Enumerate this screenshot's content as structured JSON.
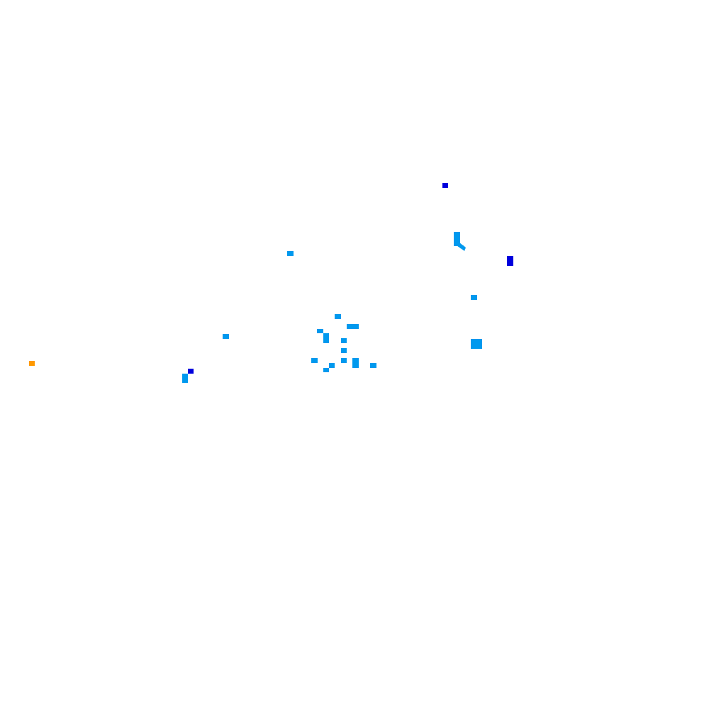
{
  "legend_colors": {
    "light_blue": "#0099ee",
    "dark_blue": "#0000dd",
    "orange": "#ff9900"
  },
  "features": [
    {
      "id": "f1",
      "shape": "rect",
      "color": "dark_blue"
    },
    {
      "id": "f2",
      "shape": "rect",
      "color": "light_blue"
    },
    {
      "id": "f3",
      "shape": "wedge",
      "color": "light_blue"
    },
    {
      "id": "f4",
      "shape": "rect",
      "color": "dark_blue"
    },
    {
      "id": "f5",
      "shape": "rect",
      "color": "light_blue"
    },
    {
      "id": "f6",
      "shape": "rect",
      "color": "light_blue"
    },
    {
      "id": "f7",
      "shape": "rect",
      "color": "light_blue"
    },
    {
      "id": "f8",
      "shape": "rect",
      "color": "light_blue"
    },
    {
      "id": "f9",
      "shape": "rect",
      "color": "light_blue"
    },
    {
      "id": "f10",
      "shape": "rect",
      "color": "light_blue"
    },
    {
      "id": "f11",
      "shape": "rect",
      "color": "light_blue"
    },
    {
      "id": "f12",
      "shape": "rect",
      "color": "light_blue"
    },
    {
      "id": "f13",
      "shape": "rect",
      "color": "light_blue"
    },
    {
      "id": "f14",
      "shape": "rect",
      "color": "light_blue"
    },
    {
      "id": "f15",
      "shape": "rect",
      "color": "light_blue"
    },
    {
      "id": "f16",
      "shape": "rect",
      "color": "light_blue"
    },
    {
      "id": "f17",
      "shape": "rect",
      "color": "light_blue"
    },
    {
      "id": "f18",
      "shape": "rect",
      "color": "light_blue"
    },
    {
      "id": "f19",
      "shape": "rect",
      "color": "light_blue"
    },
    {
      "id": "f20",
      "shape": "rect",
      "color": "light_blue"
    },
    {
      "id": "f21",
      "shape": "rect",
      "color": "light_blue"
    },
    {
      "id": "f22",
      "shape": "rect",
      "color": "dark_blue"
    },
    {
      "id": "f23",
      "shape": "rect",
      "color": "light_blue"
    },
    {
      "id": "f24",
      "shape": "rect",
      "color": "orange"
    }
  ]
}
